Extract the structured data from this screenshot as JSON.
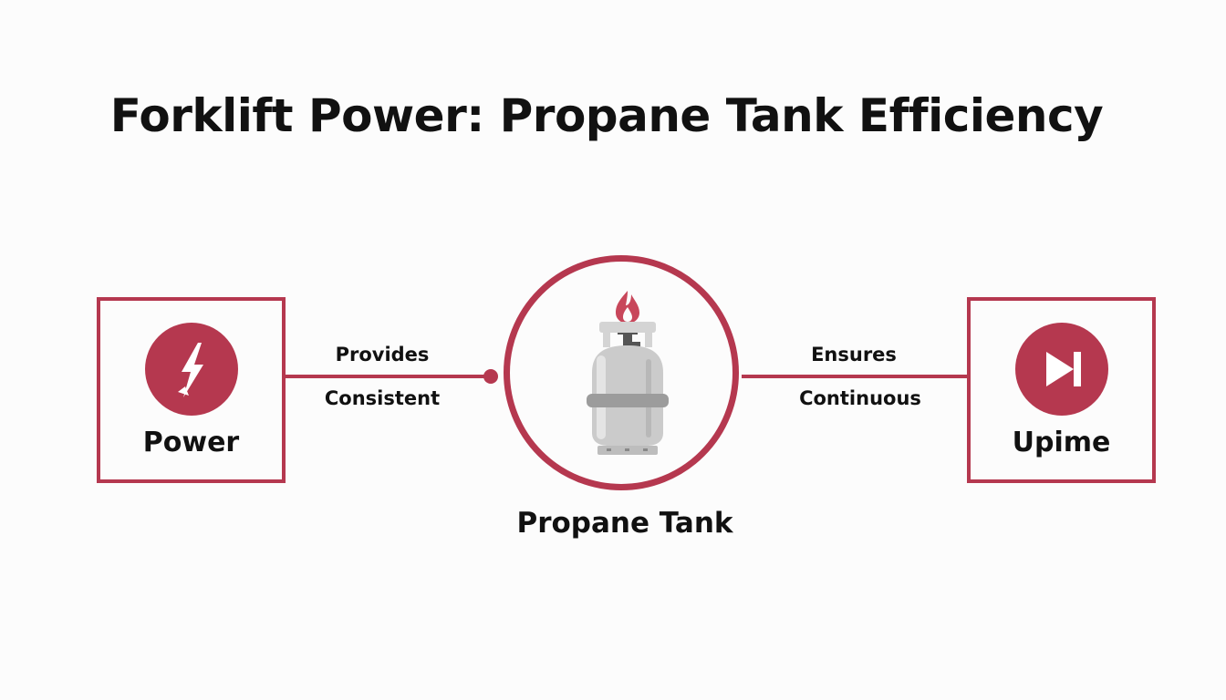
{
  "title": "Forklift Power: Propane Tank Efficiency",
  "colors": {
    "accent": "#b5384f",
    "tank": "#c9c9c9",
    "background": "#fcfcfc"
  },
  "left_node": {
    "label": "Power",
    "icon": "lightning-bolt-icon"
  },
  "center_node": {
    "label": "Propane Tank",
    "icon": "propane-tank-icon"
  },
  "right_node": {
    "label": "Upime",
    "icon": "skip-forward-icon"
  },
  "edges": [
    {
      "from": "Power",
      "to": "Propane Tank",
      "label_top": "Provides",
      "label_bottom": "Consistent"
    },
    {
      "from": "Propane Tank",
      "to": "Upime",
      "label_top": "Ensures",
      "label_bottom": "Continuous"
    }
  ]
}
